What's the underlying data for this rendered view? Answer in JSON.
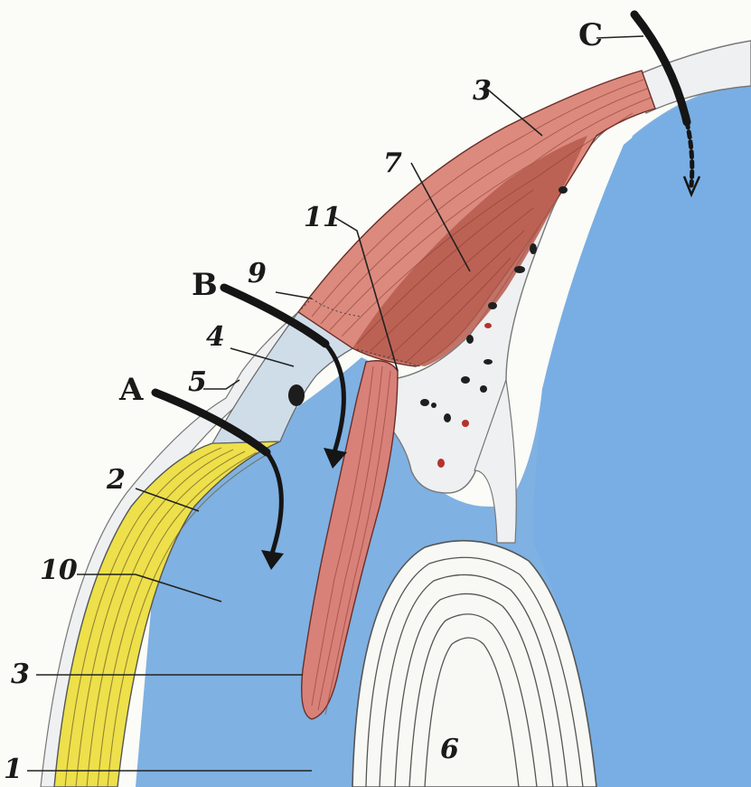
{
  "figure": {
    "arrow_labels": {
      "a": "A",
      "b": "B",
      "c": "C"
    },
    "number_labels": {
      "n1": "1",
      "n2": "2",
      "n3": "3",
      "n3b": "3",
      "n4": "4",
      "n5": "5",
      "n6": "6",
      "n7": "7",
      "n9": "9",
      "n10": "10",
      "n11": "11"
    },
    "colors": {
      "background": "#fbfbf7",
      "aqueous_chamber": "#7fb1e2",
      "cornea": "#ede04a",
      "muscle": "#dc8a7e",
      "muscle_dark": "#b65a4e",
      "tissue": "#eef0f2",
      "lens": "#f8f8f4"
    }
  }
}
